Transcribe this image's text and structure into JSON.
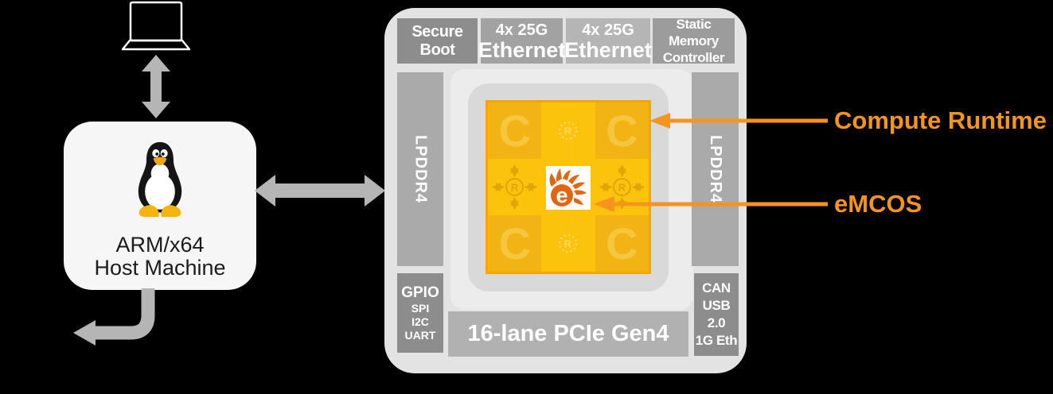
{
  "colors": {
    "background": "#000000",
    "accent_orange": "#F7941D",
    "chip_border_orange": "#F7A600",
    "tile_gold": "#F2B414",
    "tile_amber": "#FCC30D",
    "arrow_gray": "#B5B5B5",
    "soc_background": "#E3E3E3",
    "host_box_background": "#F6F6F6",
    "logo_orange": "#E2660F"
  },
  "host": {
    "name_line1": "ARM/x64",
    "name_line2": "Host Machine"
  },
  "soc": {
    "secure_boot_label": "Secure Boot",
    "ethernet_left": {
      "line1": "4x 25G",
      "line2": "Ethernet"
    },
    "ethernet_right": {
      "line1": "4x 25G",
      "line2": "Ethernet"
    },
    "static_memory": {
      "line1": "Static Memory",
      "line2": "Controller"
    },
    "lpddr4_left_label": "LPDDR4",
    "lpddr4_right_label": "LPDDR4",
    "gpio_block": {
      "line1": "GPIO",
      "line2": "SPI",
      "line3": "I2C",
      "line4": "UART"
    },
    "can_block": {
      "line1": "CAN",
      "line2": "USB 2.0",
      "line3": "1G Eth"
    },
    "pcie_label": "16-lane PCIe Gen4",
    "core_letter": "C",
    "router_letter": "R",
    "emcos_logo_letter": "e"
  },
  "annotations": {
    "compute_runtime_label": "Compute Runtime",
    "emcos_label": "eMCOS"
  }
}
